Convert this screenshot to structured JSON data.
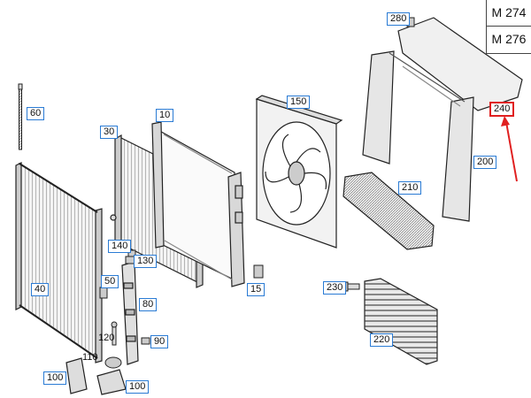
{
  "engine_variants": [
    "M 274",
    "M 276"
  ],
  "highlight_color": "#e02020",
  "callout_border_color": "#2a7bd4",
  "callouts": {
    "c280": "280",
    "c60": "60",
    "c10": "10",
    "c150": "150",
    "c240": "240",
    "c30": "30",
    "c200": "200",
    "c210": "210",
    "c140": "140",
    "c130": "130",
    "c40": "40",
    "c50": "50",
    "c15": "15",
    "c230": "230",
    "c80": "80",
    "c120": "120",
    "c90": "90",
    "c220": "220",
    "c110": "110",
    "c100a": "100",
    "c100b": "100"
  }
}
